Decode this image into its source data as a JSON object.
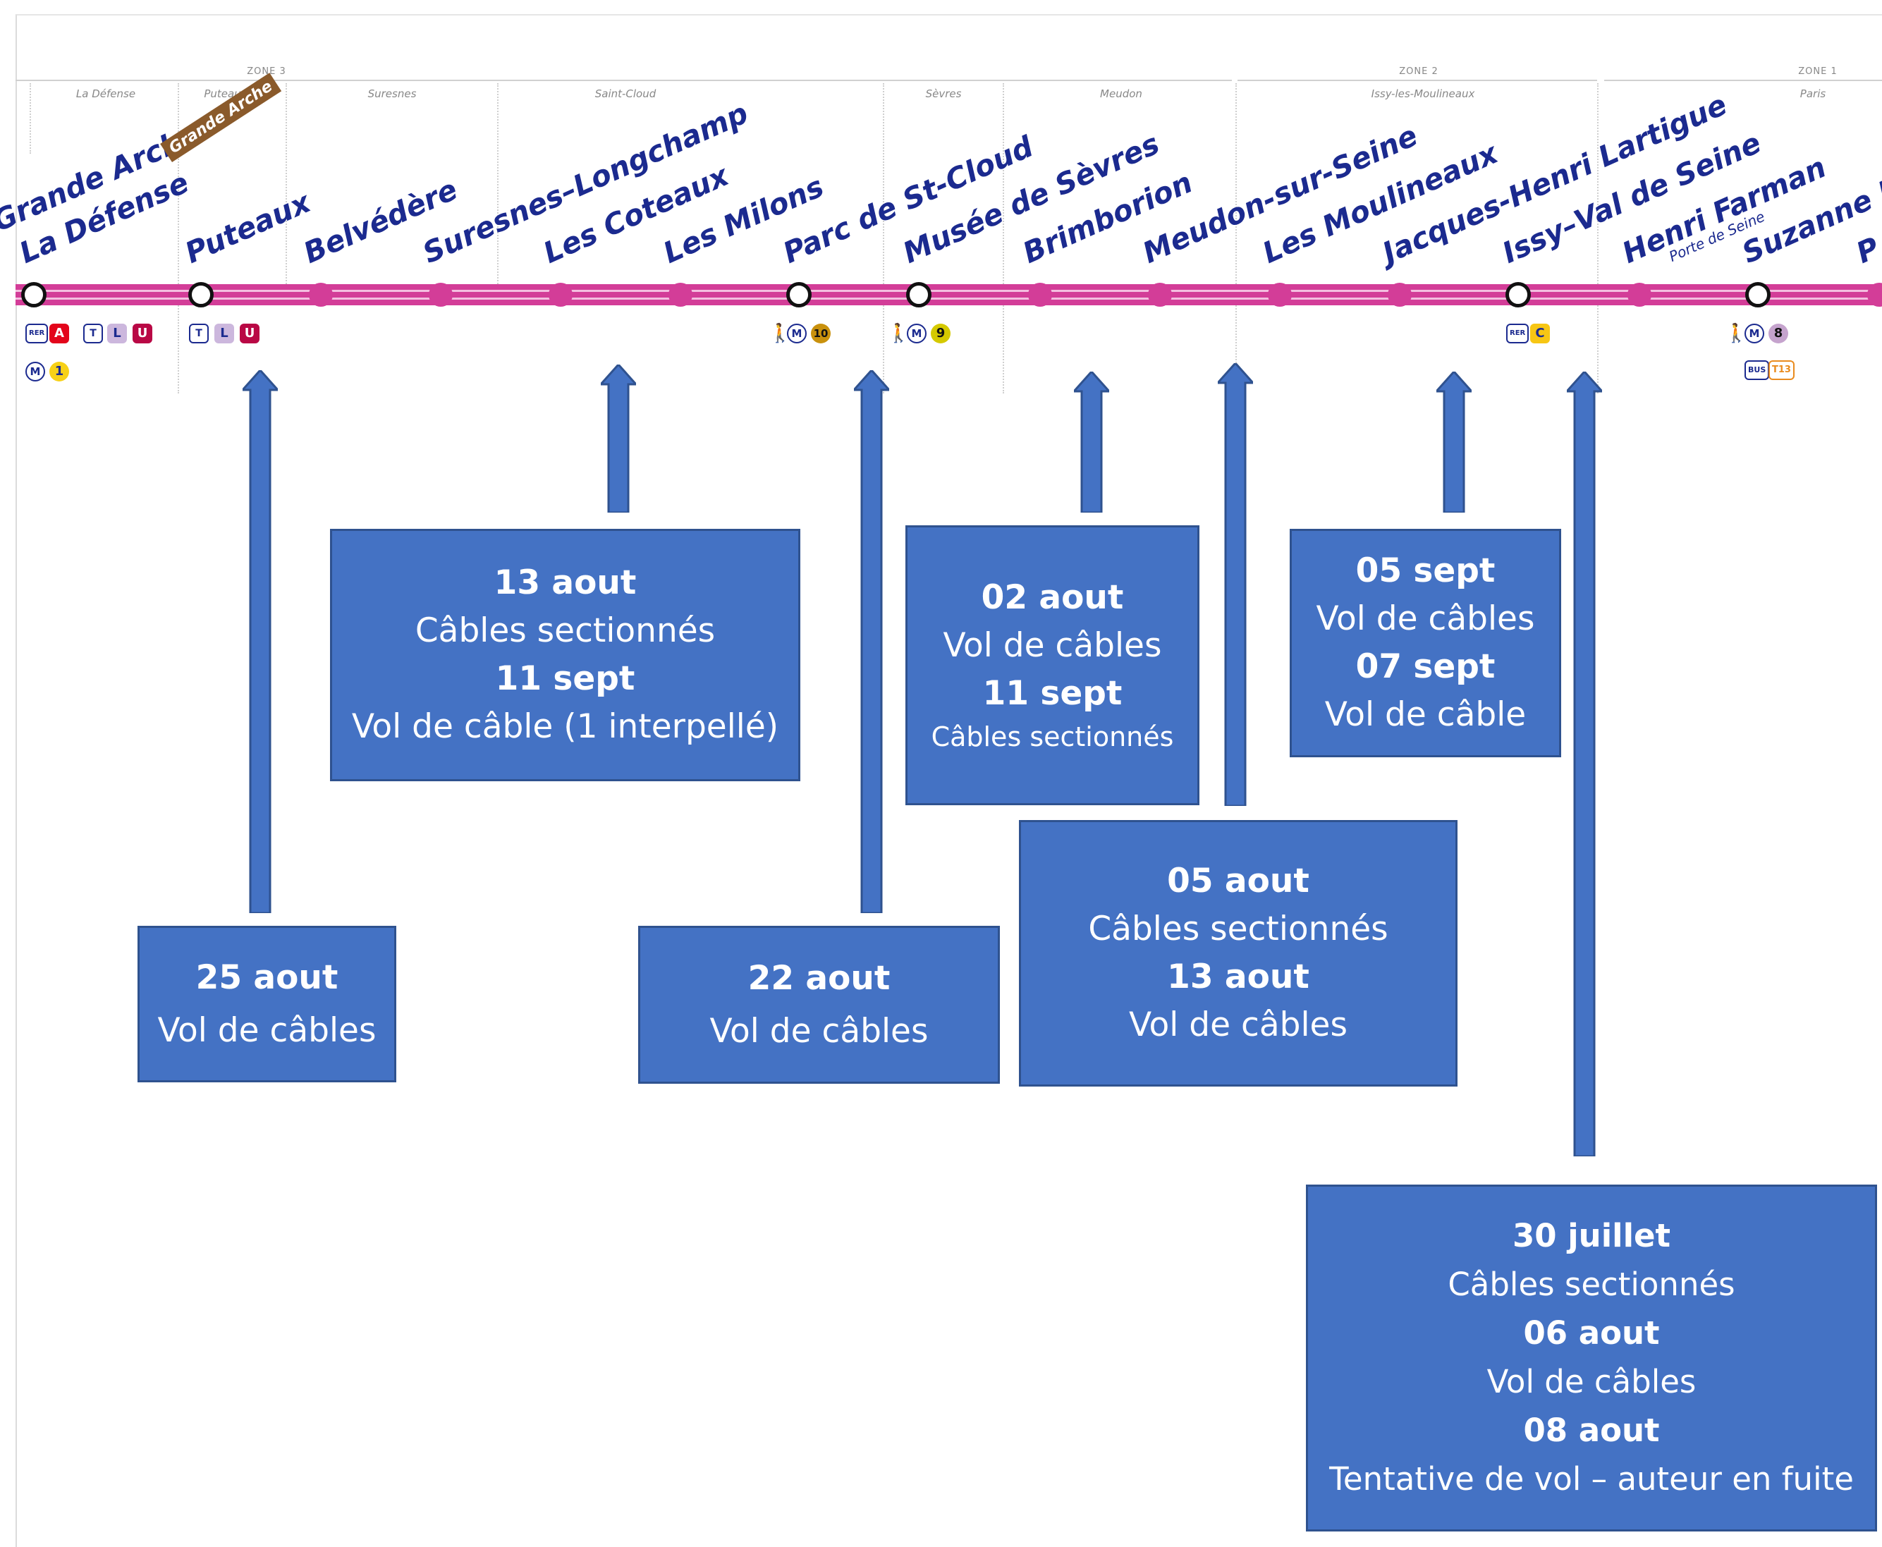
{
  "zones": [
    "ZONE 3",
    "ZONE 2",
    "ZONE 1"
  ],
  "towns": [
    "La Défense",
    "Puteaux",
    "Suresnes",
    "Saint-Cloud",
    "Sèvres",
    "Meudon",
    "Issy-les-Moulineaux",
    "Paris"
  ],
  "stations": {
    "grande_arche": "Grande Arche",
    "la_defense": "La Défense",
    "puteaux": "Puteaux",
    "belvedere": "Belvédère",
    "suresnes": "Suresnes–Longchamp",
    "coteaux": "Les Coteaux",
    "milons": "Les Milons",
    "st_cloud": "Parc de St-Cloud",
    "sevres": "Musée de Sèvres",
    "brimborion": "Brimborion",
    "meudon": "Meudon-sur-Seine",
    "moulineaux": "Les Moulineaux",
    "lartigue": "Jacques-Henri Lartigue",
    "issy": "Issy–Val de Seine",
    "farman": "Henri Farman",
    "farman_sub": "Porte de Seine",
    "suzanne": "Suzanne L",
    "edge": "P"
  },
  "tags": {
    "grande_arche_tag": "Grande Arche"
  },
  "connections": {
    "rer": "RER",
    "a": "A",
    "c": "C",
    "tram": "T",
    "l": "L",
    "u": "U",
    "metro": "M",
    "m1": "1",
    "m10": "10",
    "m9": "9",
    "m8": "8",
    "t13": "T13",
    "bus": "BUS",
    "walk": "🚶"
  },
  "incidents": {
    "puteaux": {
      "d1": "25 aout",
      "t1": "Vol de câbles"
    },
    "coteaux": {
      "d1": "13 aout",
      "t1": "Câbles sectionnés",
      "d2": "11 sept",
      "t2": "Vol de câble (1 interpellé)"
    },
    "st_cloud": {
      "d1": "22 aout",
      "t1": "Vol de câbles"
    },
    "brimborion": {
      "d1": "02 aout",
      "t1": "Vol de câbles",
      "d2": "11 sept",
      "t2": "Câbles sectionnés"
    },
    "meudon": {
      "d1": "05 aout",
      "t1": "Câbles sectionnés",
      "d2": "13 aout",
      "t2": "Vol de câbles"
    },
    "lartigue": {
      "d1": "05 sept",
      "t1": "Vol de câbles",
      "d2": "07 sept",
      "t2": "Vol de câble"
    },
    "issy": {
      "d1": "30 juillet",
      "t1": "Câbles sectionnés",
      "d2": "06 aout",
      "t2": "Vol de câbles",
      "d3": "08 aout",
      "t3": "Tentative de vol – auteur en fuite"
    }
  },
  "colors": {
    "line": "#d33d98",
    "station_text": "#1b2a8f",
    "box": "#4472c4",
    "box_border": "#2f528f"
  }
}
